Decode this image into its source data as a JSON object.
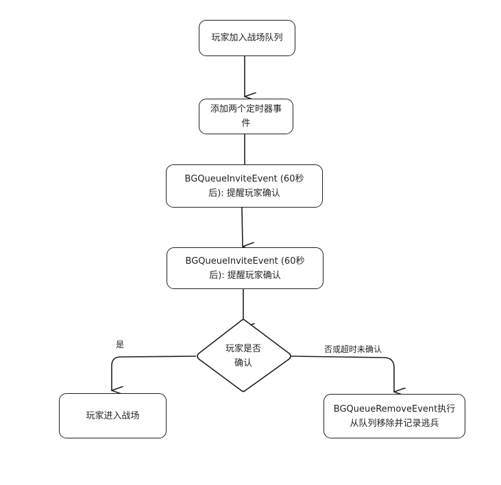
{
  "flowchart": {
    "nodes": {
      "join_queue": [
        "玩家加入战场队列"
      ],
      "add_timers": [
        "添加两个定时器事",
        "件"
      ],
      "invite_event_1": [
        "BGQueueInviteEvent (60秒",
        "后): 提醒玩家确认"
      ],
      "invite_event_2": [
        "BGQueueInviteEvent (60秒",
        "后): 提醒玩家确认"
      ],
      "decision": [
        "玩家是否",
        "确认"
      ],
      "enter_battlefield": [
        "玩家进入战场"
      ],
      "remove_event": [
        "BGQueueRemoveEvent执行",
        "从队列移除并记录逃兵"
      ]
    },
    "edges": {
      "yes_label": "是",
      "no_label": "否或超时未确认"
    }
  }
}
